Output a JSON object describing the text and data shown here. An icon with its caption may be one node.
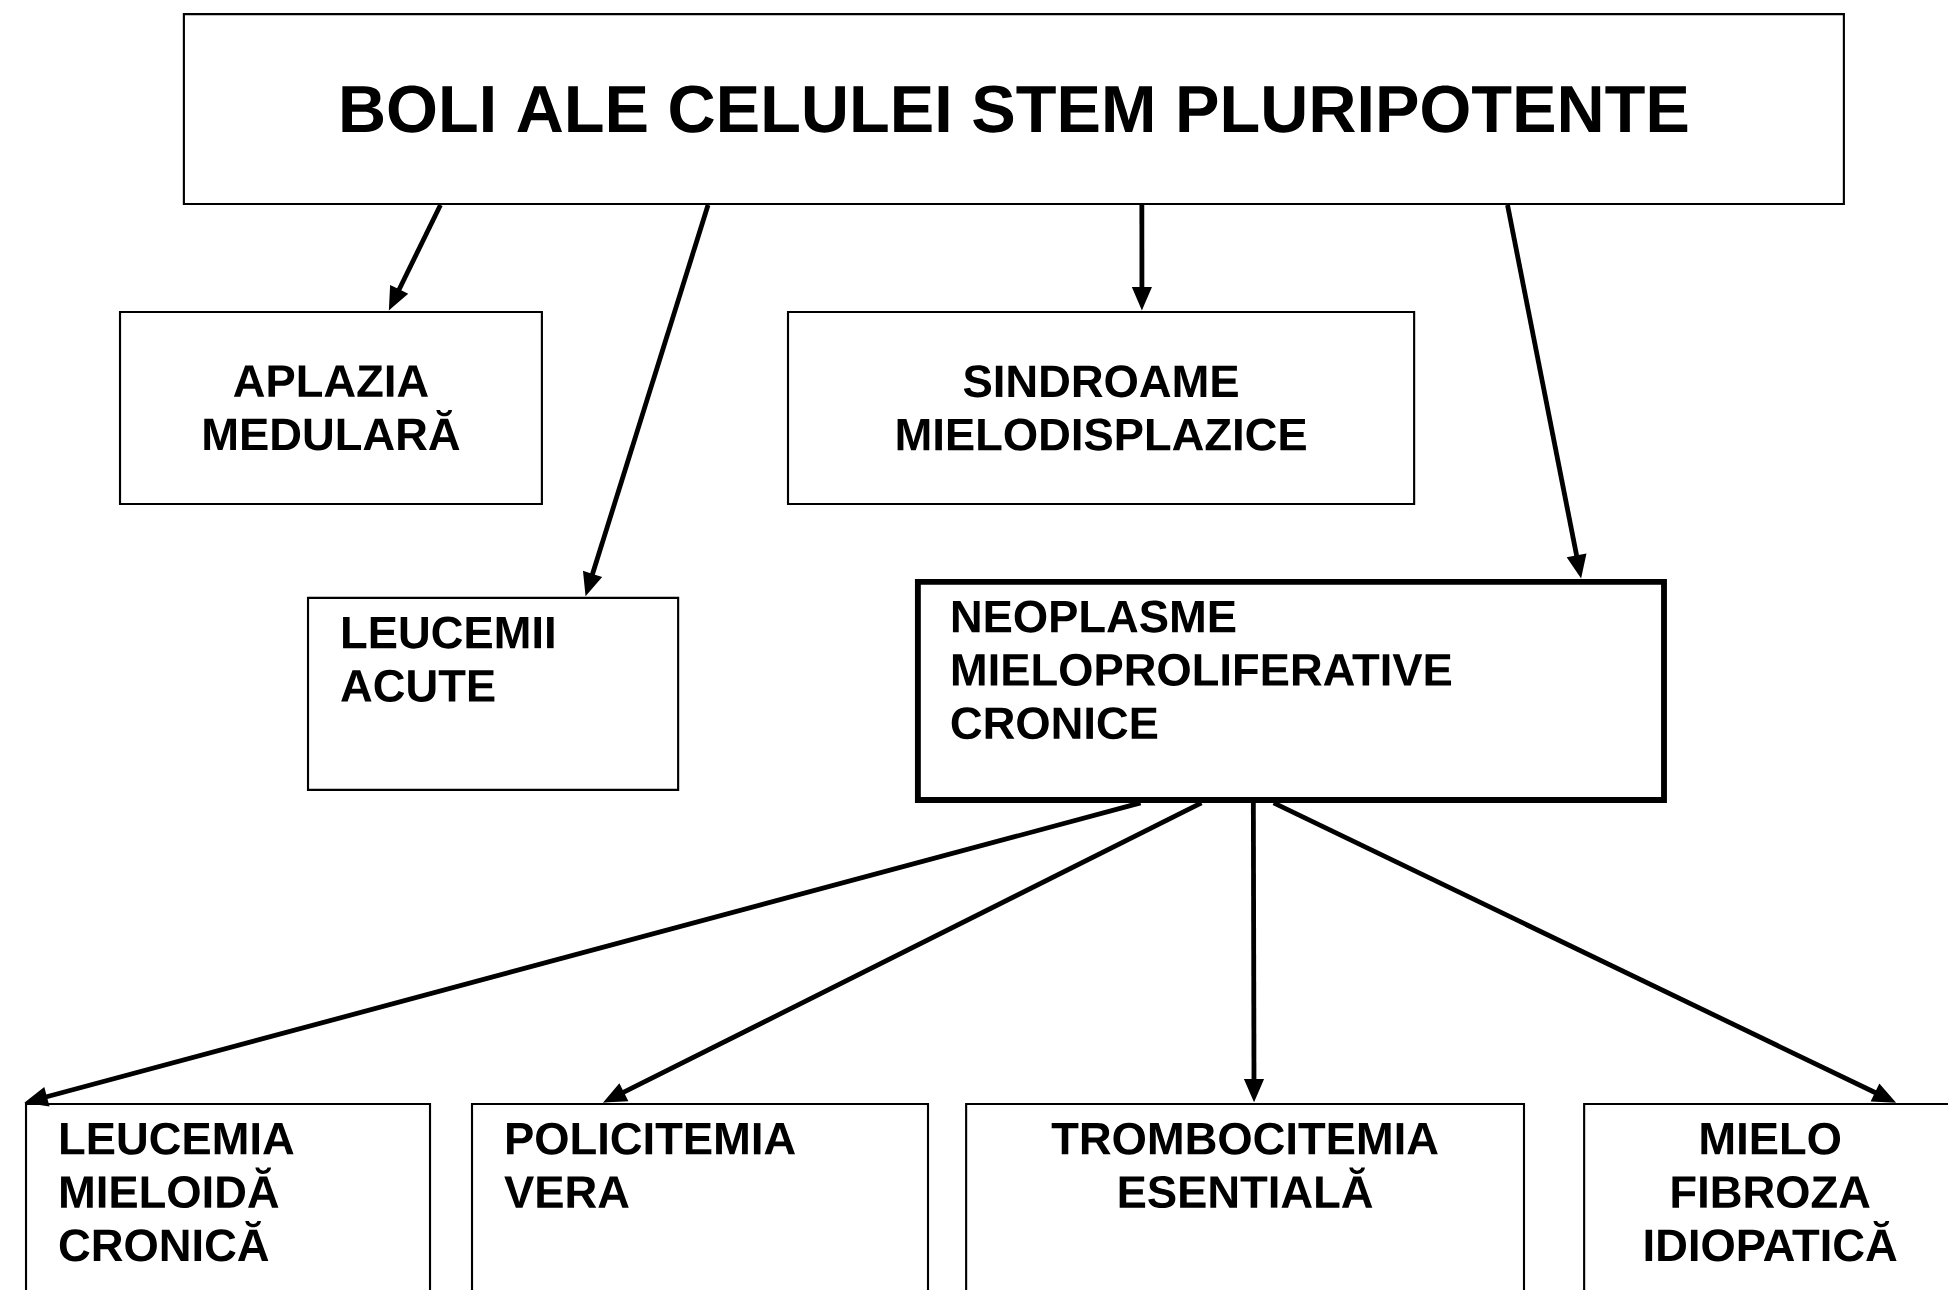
{
  "diagram": {
    "nodes": [
      {
        "text": [
          "BOLI   ALE   CELULEI   STEM   PLURIPOTENTE"
        ]
      },
      {
        "text": [
          "APLAZIA MEDULARĂ"
        ]
      },
      {
        "text": [
          "SINDROAME MIELODISPLAZICE"
        ]
      },
      {
        "text": [
          "LEUCEMII ACUTE"
        ]
      },
      {
        "text": [
          "NEOPLASME MIELOPROLIFERATIVE CRONICE"
        ]
      },
      {
        "text": [
          "LEUCEMIA MIELOIDĂ CRONICĂ"
        ]
      },
      {
        "text": [
          "POLICITEMIA VERA"
        ]
      },
      {
        "text": [
          "TROMBOCITEMIA ESENTIALĂ"
        ]
      },
      {
        "text": [
          "MIELO FIBROZA IDIOPATICĂ"
        ]
      }
    ],
    "edges": [
      {
        "from": 0,
        "to": 1,
        "arrow": "to"
      },
      {
        "from": 0,
        "to": 3,
        "arrow": "to"
      },
      {
        "from": 0,
        "to": 2,
        "arrow": "to"
      },
      {
        "from": 0,
        "to": 4,
        "arrow": "to"
      },
      {
        "from": 4,
        "to": 5,
        "arrow": "to"
      },
      {
        "from": 4,
        "to": 6,
        "arrow": "to"
      },
      {
        "from": 4,
        "to": 7,
        "arrow": "to"
      },
      {
        "from": 4,
        "to": 8,
        "arrow": "to"
      }
    ]
  }
}
